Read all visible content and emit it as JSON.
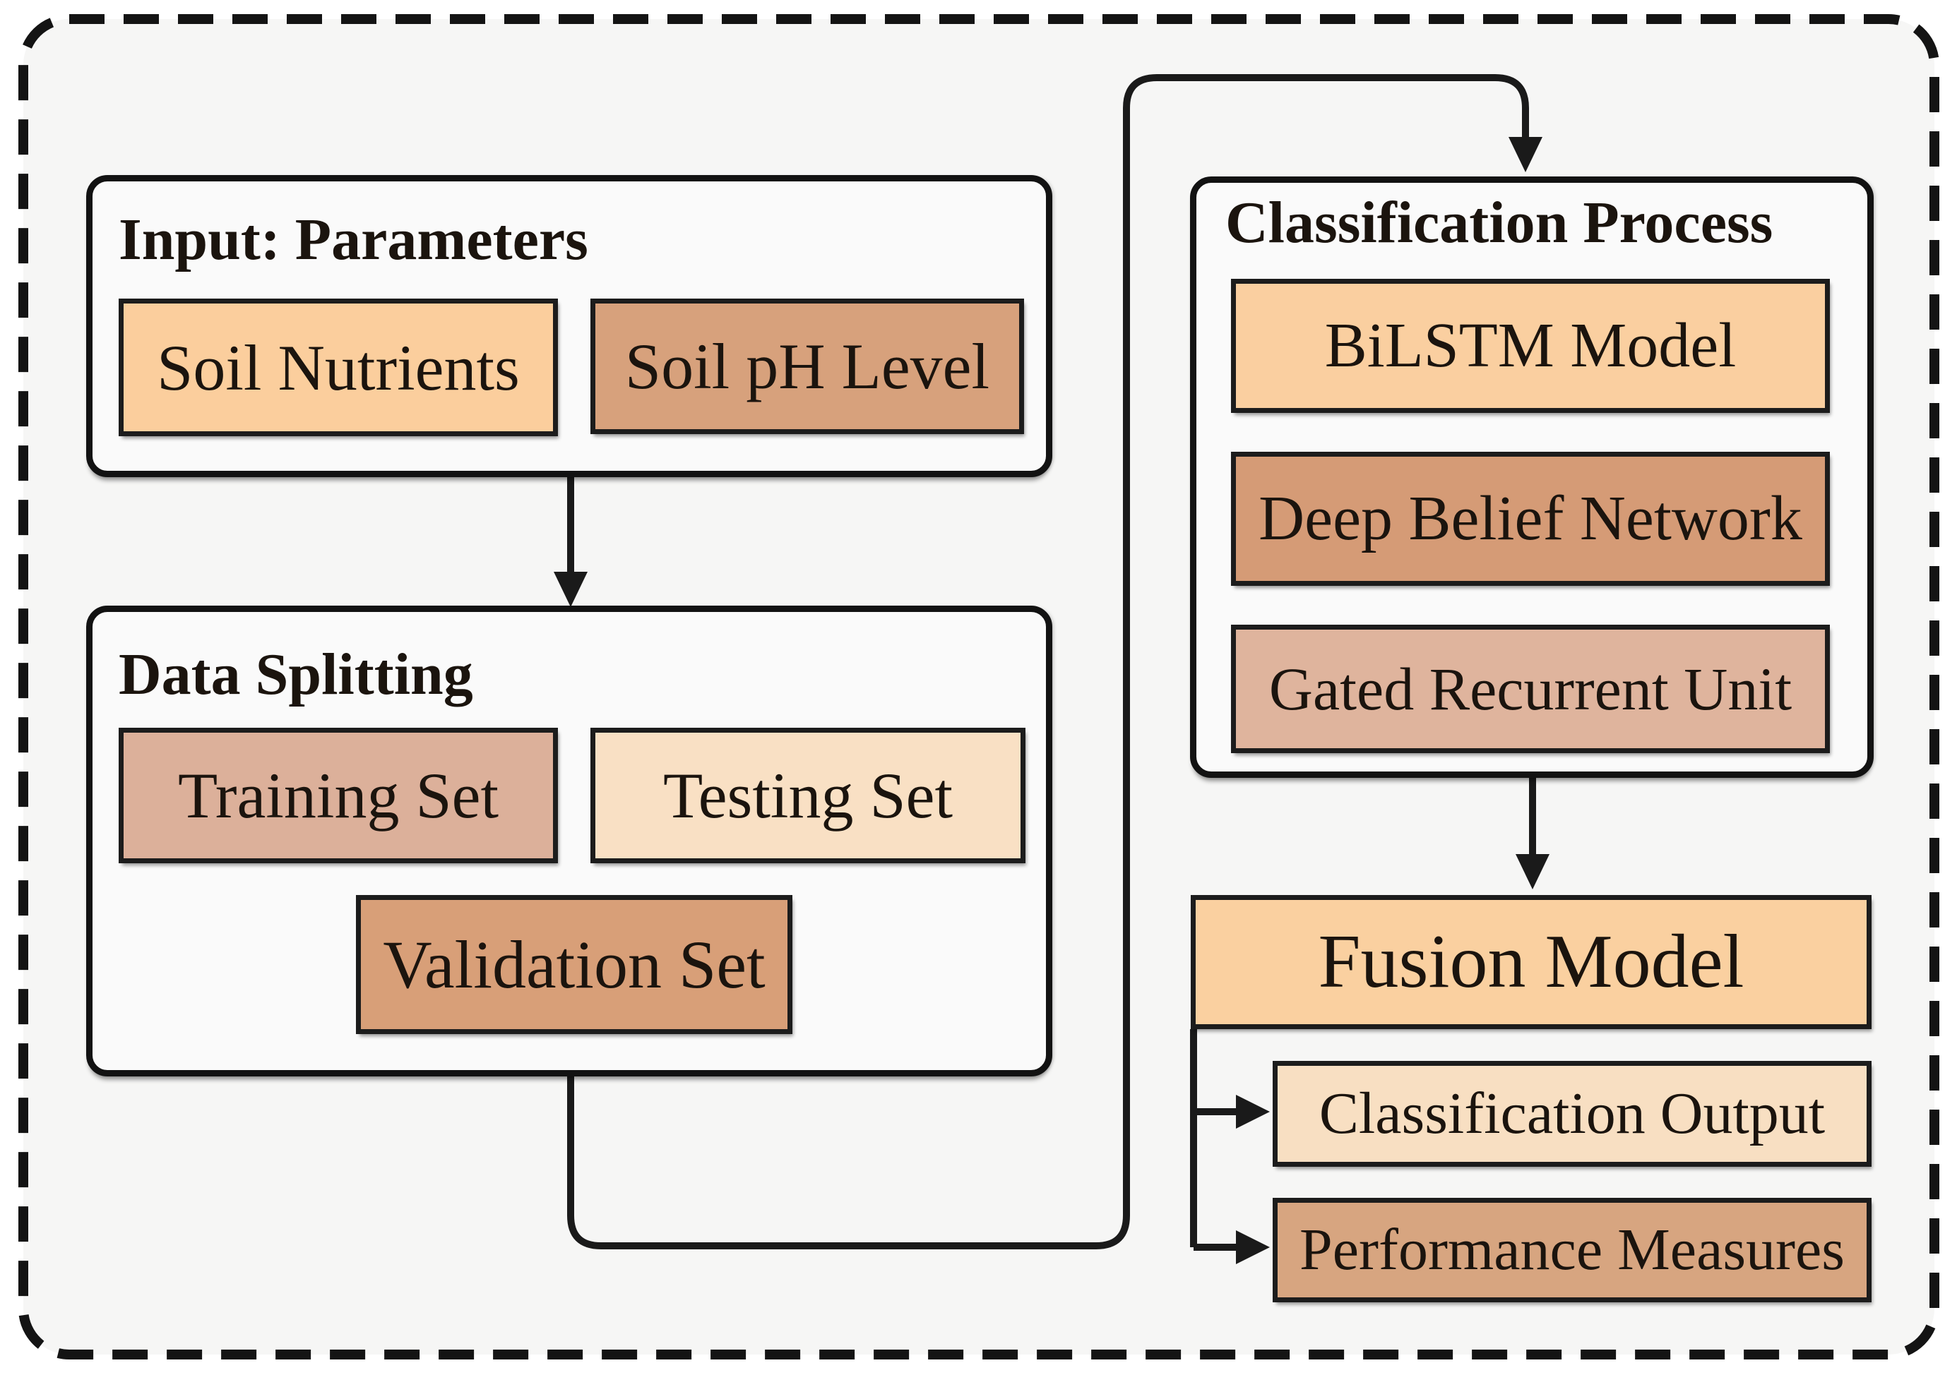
{
  "figure": {
    "background_color": "#f6f6f5",
    "line_color": "#1a1a1a",
    "input": {
      "title": "Input: Parameters",
      "items": [
        {
          "label": "Soil Nutrients",
          "color": "#fbce9d"
        },
        {
          "label": "Soil pH Level",
          "color": "#d7a17c"
        }
      ]
    },
    "splitting": {
      "title": "Data Splitting",
      "items": [
        {
          "label": "Training Set",
          "color": "#dcb09a"
        },
        {
          "label": "Testing Set",
          "color": "#f9e0c4"
        },
        {
          "label": "Validation Set",
          "color": "#d89f78"
        }
      ]
    },
    "classification": {
      "title": "Classification Process",
      "items": [
        {
          "label": "BiLSTM Model",
          "color": "#facfa0"
        },
        {
          "label": "Deep Belief Network",
          "color": "#d59b76"
        },
        {
          "label": "Gated Recurrent Unit",
          "color": "#dfb49d"
        }
      ]
    },
    "fusion": {
      "label": "Fusion Model",
      "color": "#fad0a0"
    },
    "outputs": [
      {
        "label": "Classification Output",
        "color": "#f8dfc2"
      },
      {
        "label": "Performance Measures",
        "color": "#d7a580"
      }
    ]
  }
}
